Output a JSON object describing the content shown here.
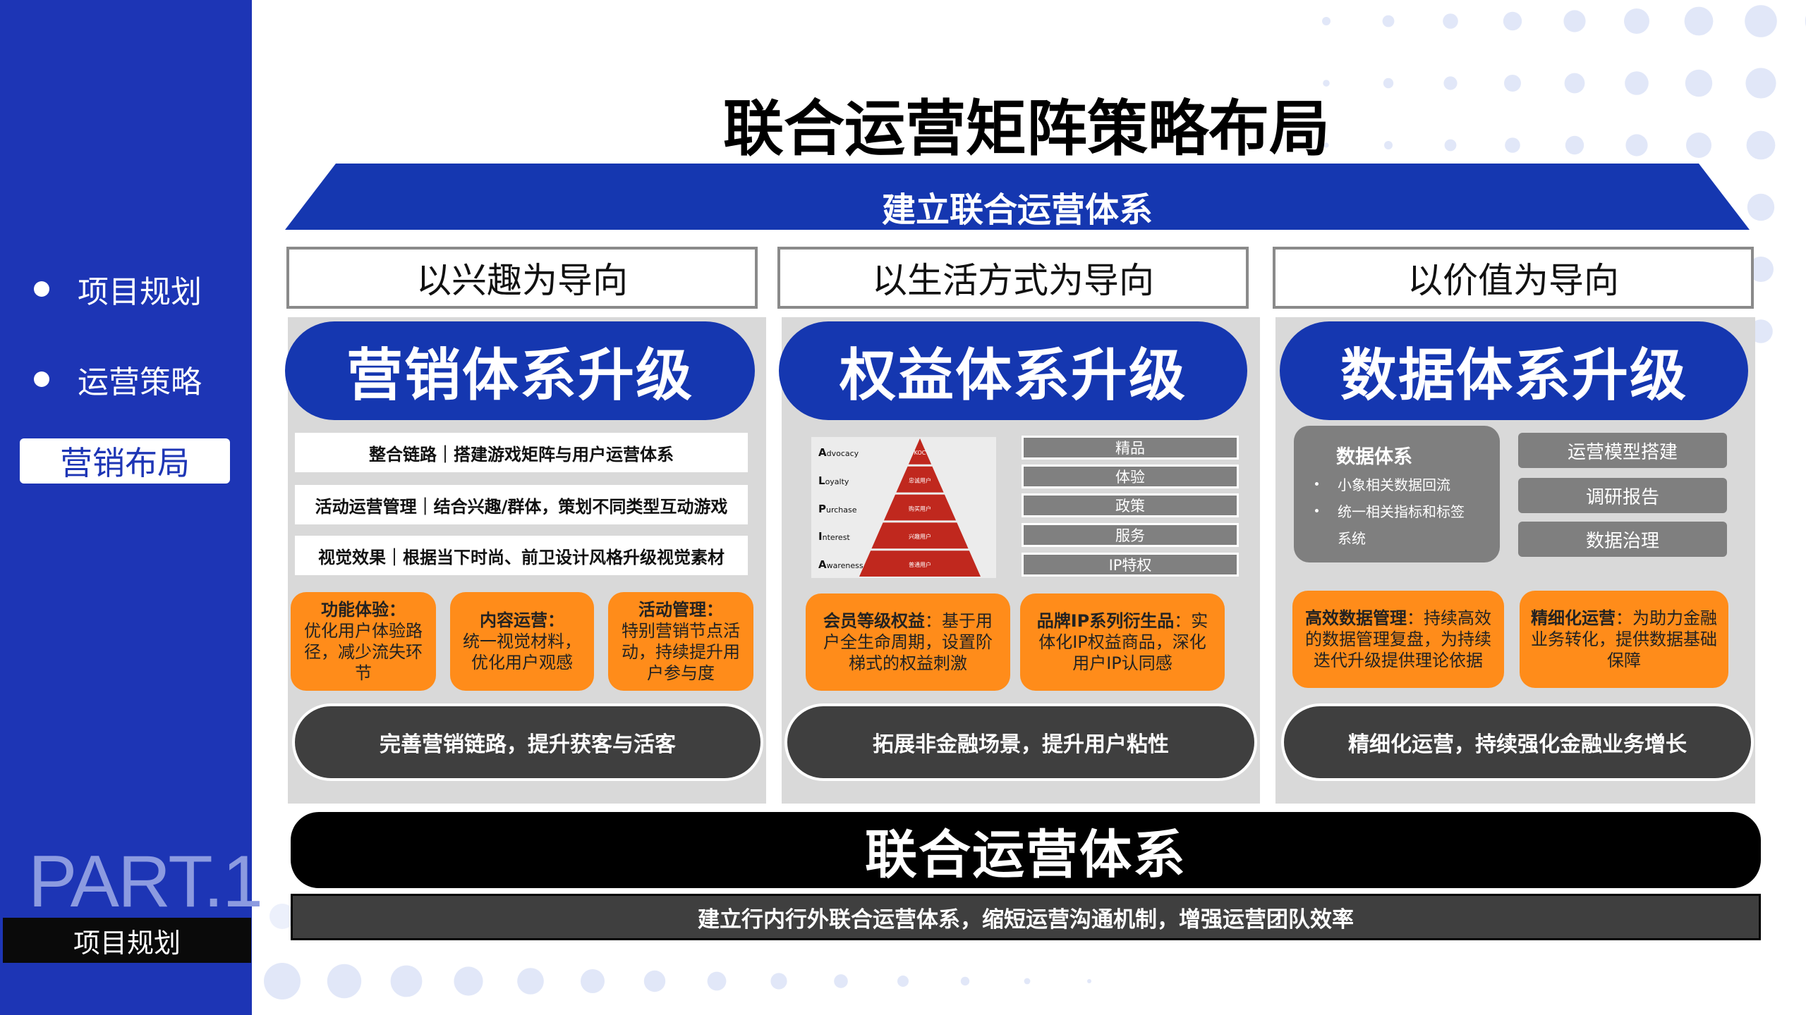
{
  "sidebar": {
    "items": [
      {
        "label": "项目规划"
      },
      {
        "label": "运营策略"
      },
      {
        "label": "营销布局"
      }
    ],
    "part_label": "PART.1",
    "part_sub": "项目规划"
  },
  "main": {
    "title": "联合运营矩阵策略布局",
    "roof_text": "建立联合运营体系",
    "columns": [
      {
        "heading": "以兴趣为导向",
        "pill": "营销体系升级",
        "bars": [
          "整合链路｜搭建游戏矩阵与用户运营体系",
          "活动运营管理｜结合兴趣/群体，策划不同类型互动游戏",
          "视觉效果｜根据当下时尚、前卫设计风格升级视觉素材"
        ],
        "cards": [
          {
            "title": "功能体验：",
            "body": "优化用户体验路径，减少流失环节"
          },
          {
            "title": "内容运营：",
            "body": "统一视觉材料，优化用户观感"
          },
          {
            "title": "活动管理：",
            "body": "特别营销节点活动，持续提升用户参与度"
          }
        ],
        "summary": "完善营销链路，提升获客与活客"
      },
      {
        "heading": "以生活方式为导向",
        "pill": "权益体系升级",
        "pyramid": {
          "levels": [
            {
              "initial": "A",
              "rest": "dvocacy",
              "text": "KOC"
            },
            {
              "initial": "L",
              "rest": "oyalty",
              "text": "忠诚用户"
            },
            {
              "initial": "P",
              "rest": "urchase",
              "text": "购买用户"
            },
            {
              "initial": "I",
              "rest": "nterest",
              "text": "兴趣用户"
            },
            {
              "initial": "A",
              "rest": "wareness",
              "text": "普通用户"
            }
          ],
          "color": "#c0281e"
        },
        "boxes": [
          "精品",
          "体验",
          "政策",
          "服务",
          "IP特权"
        ],
        "cards": [
          {
            "title": "会员等级权益",
            "body": "：基于用户全生命周期，设置阶梯式的权益刺激"
          },
          {
            "title": "品牌IP系列衍生品",
            "body": "：实体化IP权益商品，深化用户IP认同感"
          }
        ],
        "summary": "拓展非金融场景，提升用户粘性"
      },
      {
        "heading": "以价值为导向",
        "pill": "数据体系升级",
        "data_box": {
          "title": "数据体系",
          "lines": [
            "小象相关数据回流",
            "统一相关指标和标签",
            "系统"
          ]
        },
        "gray_pills": [
          "运营模型搭建",
          "调研报告",
          "数据治理"
        ],
        "cards": [
          {
            "title": "高效数据管理",
            "body": "：持续高效的数据管理复盘，为持续迭代升级提供理论依据"
          },
          {
            "title": "精细化运营",
            "body": "：为助力金融业务转化，提供数据基础保障"
          }
        ],
        "summary": "精细化运营，持续强化金融业务增长"
      }
    ],
    "base_title": "联合运营体系",
    "base_sub": "建立行内行外联合运营体系，缩短运营沟通机制，增强运营团队效率"
  },
  "colors": {
    "sidebar": "#1d35b5",
    "accent_blue": "#1537b0",
    "orange": "#ff8c1a",
    "dark_gray": "#3f3f3f",
    "panel_gray": "#d9d9d9",
    "pyramid_red": "#c0281e"
  }
}
